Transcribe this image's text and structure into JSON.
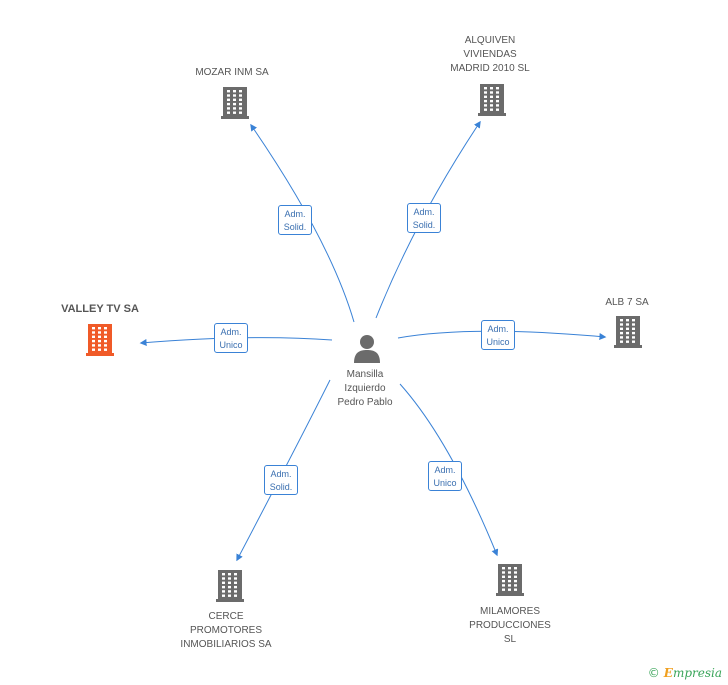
{
  "center": {
    "name_lines": [
      "Mansilla",
      "Izquierdo",
      "Pedro Pablo"
    ]
  },
  "companies": [
    {
      "key": "mozar",
      "label_lines": [
        "MOZAR INM SA"
      ],
      "highlight": false
    },
    {
      "key": "alquiven",
      "label_lines": [
        "ALQUIVEN",
        "VIVIENDAS",
        "MADRID 2010 SL"
      ],
      "highlight": false
    },
    {
      "key": "valley",
      "label_lines": [
        "VALLEY TV SA"
      ],
      "highlight": true
    },
    {
      "key": "alb7",
      "label_lines": [
        "ALB 7 SA"
      ],
      "highlight": false
    },
    {
      "key": "cerce",
      "label_lines": [
        "CERCE",
        "PROMOTORES",
        "INMOBILIARIOS SA"
      ],
      "highlight": false
    },
    {
      "key": "milamores",
      "label_lines": [
        "MILAMORES",
        "PRODUCCIONES",
        "SL"
      ],
      "highlight": false
    }
  ],
  "relations": [
    {
      "to": "mozar",
      "role_lines": [
        "Adm.",
        "Solid."
      ]
    },
    {
      "to": "alquiven",
      "role_lines": [
        "Adm.",
        "Solid."
      ]
    },
    {
      "to": "valley",
      "role_lines": [
        "Adm.",
        "Unico"
      ]
    },
    {
      "to": "alb7",
      "role_lines": [
        "Adm.",
        "Unico"
      ]
    },
    {
      "to": "cerce",
      "role_lines": [
        "Adm.",
        "Solid."
      ]
    },
    {
      "to": "milamores",
      "role_lines": [
        "Adm.",
        "Unico"
      ]
    }
  ],
  "colors": {
    "edge": "#3a82d6",
    "building": "#6b6b6b",
    "building_highlight": "#f05a28",
    "person": "#6b6b6b"
  },
  "footer": {
    "copyright": "©",
    "brand_initial": "E",
    "brand_rest": "mpresia"
  }
}
